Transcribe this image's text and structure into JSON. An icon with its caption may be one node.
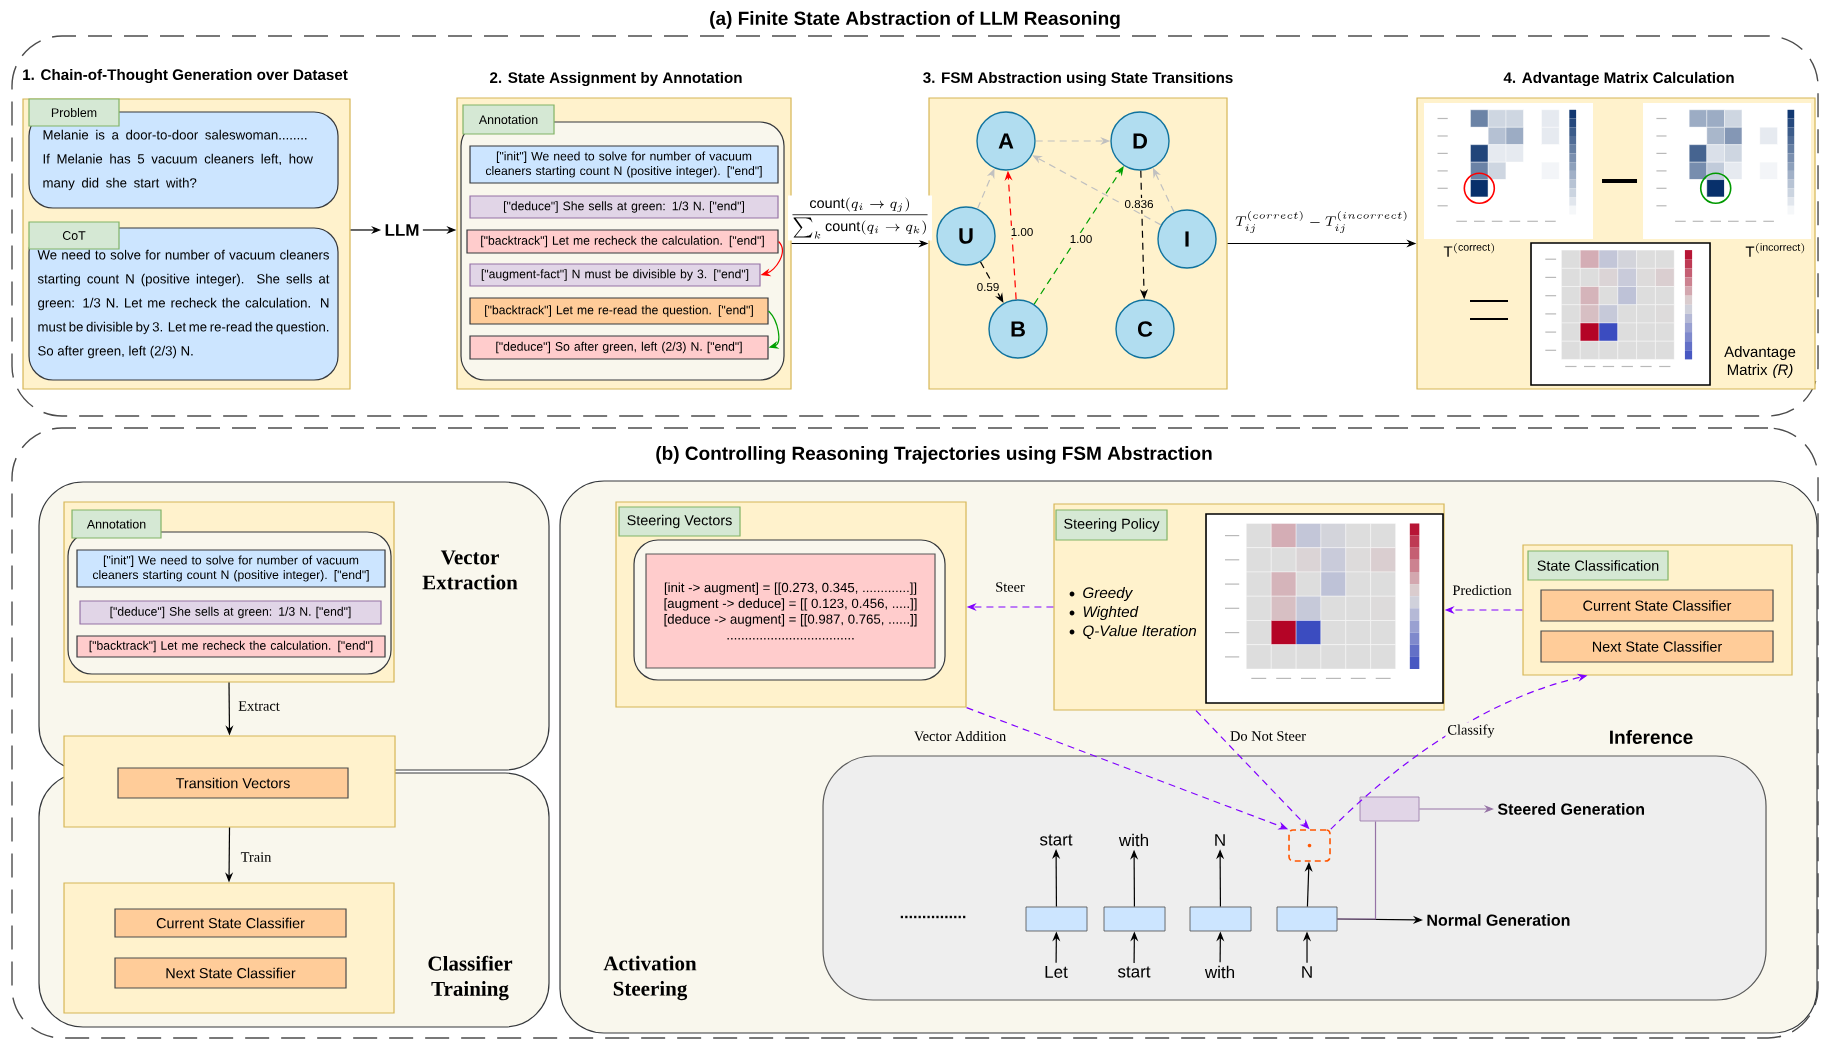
{
  "diagram": {
    "nodes": [
      {
        "text": [
          "(a) Finite State Abstraction of LLM Reasoning"
        ]
      },
      {
        "text": [
          "1. Chain-of-Thought Generation over Dataset"
        ],
        "in": 0
      },
      {
        "text": [
          "Problem",
          "Melanie is a door-to-door saleswoman........ If Melanie has 5 vacuum cleaners left, how many did she start with?"
        ],
        "in": 1
      },
      {
        "text": [
          "CoT",
          "We need to solve for number of vacuum cleaners starting count N (positive integer). She sells at green: 1/3 N. Let me recheck the calculation. N must be divisible by 3. Let me re-read the question. So after green, left (2/3) N."
        ],
        "in": 1
      },
      {
        "text": [
          "LLM"
        ],
        "in": 0
      },
      {
        "text": [
          "2. State Assignment by Annotation"
        ],
        "in": 0
      },
      {
        "text": [
          "Annotation"
        ],
        "in": 5
      },
      {
        "text": [
          "[\"init\"] We need to solve for number of vacuum cleaners starting count N (positive integer). [\"end\"]"
        ],
        "in": 6
      },
      {
        "text": [
          "[\"deduce\"] She sells at green: 1/3 N. [\"end\"]"
        ],
        "in": 6
      },
      {
        "text": [
          "[\"backtrack\"] Let me recheck the calculation. [\"end\"]"
        ],
        "in": 6
      },
      {
        "text": [
          "[\"augment-fact\"] N must be divisible by 3. [\"end\"]"
        ],
        "in": 6
      },
      {
        "text": [
          "[\"backtrack\"] Let me re-read the question. [\"end\"]"
        ],
        "in": 6
      },
      {
        "text": [
          "[\"deduce\"] So after green, left (2/3) N. [\"end\"]"
        ],
        "in": 6
      },
      {
        "text": [
          "3. FSM Abstraction using State Transitions"
        ],
        "in": 0
      },
      {
        "text": [
          "A"
        ],
        "in": 13
      },
      {
        "text": [
          "D"
        ],
        "in": 13
      },
      {
        "text": [
          "U"
        ],
        "in": 13
      },
      {
        "text": [
          "I"
        ],
        "in": 13
      },
      {
        "text": [
          "B"
        ],
        "in": 13
      },
      {
        "text": [
          "C"
        ],
        "in": 13
      },
      {
        "text": [
          "4. Advantage Matrix Calculation"
        ],
        "in": 0
      },
      {
        "text": [
          "(b) Controlling Reasoning Trajectories using FSM Abstraction"
        ]
      },
      {
        "text": [
          "Vector Extraction"
        ],
        "in": 21
      },
      {
        "text": [],
        "shape": "box",
        "in": 22
      },
      {
        "text": [
          "Annotation"
        ],
        "in": 23
      },
      {
        "text": [
          "[\"init\"] We need to solve for number of vacuum cleaners starting count N (positive integer). [\"end\"]"
        ],
        "in": 24
      },
      {
        "text": [
          "[\"deduce\"] She sells at green: 1/3 N. [\"end\"]"
        ],
        "in": 24
      },
      {
        "text": [
          "[\"backtrack\"] Let me recheck the calculation. [\"end\"]"
        ],
        "in": 24
      },
      {
        "text": [
          "Classifier Training"
        ],
        "in": 21
      },
      {
        "text": [],
        "shape": "box",
        "in": 21
      },
      {
        "text": [
          "Transition Vectors"
        ],
        "in": 29
      },
      {
        "text": [],
        "shape": "box",
        "in": 28
      },
      {
        "text": [
          "Current State Classifier"
        ],
        "in": 31
      },
      {
        "text": [
          "Next State Classifier"
        ],
        "in": 31
      },
      {
        "text": [
          "Activation Steering"
        ],
        "in": 21
      },
      {
        "text": [
          "Steering Vectors"
        ],
        "in": 34
      },
      {
        "text": [
          "[init -> augment] = [[0.273, 0.345, .............]]",
          "[augment -> deduce] = [[ 0.123, 0.456, .....]]",
          "[deduce -> augment] = [[0.987, 0.765, ......]]",
          "..................................."
        ],
        "in": 35
      },
      {
        "text": [
          "Steering Policy",
          "Greedy",
          "Wighted",
          "Q-Value Iteration"
        ],
        "in": 34
      },
      {
        "text": [
          "State Classification"
        ],
        "in": 34
      },
      {
        "text": [
          "Current State Classifier"
        ],
        "in": 38
      },
      {
        "text": [
          "Next State Classifier"
        ],
        "in": 38
      },
      {
        "text": [
          "Inference"
        ],
        "in": 34
      },
      {
        "text": [
          "Let"
        ],
        "in": 41
      },
      {
        "text": [
          "start"
        ],
        "in": 41
      },
      {
        "text": [
          "with"
        ],
        "in": 41
      },
      {
        "text": [
          "N"
        ],
        "in": 41
      },
      {
        "text": [],
        "shape": "box",
        "in": 41
      },
      {
        "text": [],
        "shape": "box",
        "in": 41
      },
      {
        "text": [],
        "shape": "box",
        "in": 41
      },
      {
        "text": [],
        "shape": "box",
        "in": 41
      },
      {
        "text": [
          "start"
        ],
        "in": 41
      },
      {
        "text": [
          "with"
        ],
        "in": 41
      },
      {
        "text": [
          "N"
        ],
        "in": 41
      },
      {
        "text": [],
        "shape": "box",
        "in": 41
      },
      {
        "text": [],
        "shape": "box",
        "in": 41
      },
      {
        "text": [
          "Steered Generation"
        ],
        "in": 41
      },
      {
        "text": [
          "Normal Generation"
        ],
        "in": 41
      }
    ],
    "edges": [
      {
        "from": 1,
        "to": 4,
        "arrow": "to"
      },
      {
        "from": 4,
        "to": 5,
        "arrow": "to"
      },
      {
        "from": 9,
        "to": 10,
        "arrow": "to",
        "color": "#ff0000"
      },
      {
        "from": 11,
        "to": 12,
        "arrow": "to",
        "color": "#00a000"
      },
      {
        "from": 5,
        "to": 13,
        "arrow": "to",
        "label": "\\frac{\\mathrm{count}(q_i \\to q_j)}{\\sum_k \\mathrm{count}(q_i \\to q_k)}"
      },
      {
        "from": 16,
        "to": 14,
        "arrow": "to",
        "style": "dashed",
        "color": "#c0c0c0"
      },
      {
        "from": 14,
        "to": 15,
        "arrow": "to",
        "style": "dashed",
        "color": "#c0c0c0"
      },
      {
        "from": 17,
        "to": 14,
        "arrow": "to",
        "style": "dashed",
        "color": "#c0c0c0"
      },
      {
        "from": 17,
        "to": 15,
        "arrow": "to",
        "style": "dashed",
        "color": "#c0c0c0"
      },
      {
        "from": 16,
        "to": 18,
        "arrow": "to",
        "style": "dashed",
        "label": "0.59"
      },
      {
        "from": 18,
        "to": 14,
        "arrow": "to",
        "style": "dashed",
        "color": "#ff0000",
        "label": "1.00"
      },
      {
        "from": 18,
        "to": 15,
        "arrow": "to",
        "style": "dashed",
        "color": "#00a000",
        "label": "1.00"
      },
      {
        "from": 15,
        "to": 19,
        "arrow": "to",
        "style": "dashed",
        "label": "0.836"
      },
      {
        "from": 13,
        "to": 20,
        "arrow": "to",
        "label": "T_{ij}^{(correct)} - T_{ij}^{(incorrect)}"
      },
      {
        "from": 23,
        "to": 29,
        "arrow": "to",
        "label": "Extract"
      },
      {
        "from": 29,
        "to": 31,
        "arrow": "to",
        "label": "Train"
      },
      {
        "from": 37,
        "to": 35,
        "arrow": "to",
        "style": "dashed",
        "color": "#8000ff",
        "label": "Steer"
      },
      {
        "from": 38,
        "to": 37,
        "arrow": "to",
        "style": "dashed",
        "color": "#8000ff",
        "label": "Prediction"
      },
      {
        "from": 35,
        "to": 53,
        "arrow": "to",
        "style": "dashed",
        "color": "#8000ff",
        "label": "Vector Addition"
      },
      {
        "from": 37,
        "to": 53,
        "arrow": "to",
        "style": "dashed",
        "color": "#8000ff",
        "label": "Do Not Steer"
      },
      {
        "from": 53,
        "to": 38,
        "arrow": "to",
        "style": "dashed",
        "color": "#8000ff",
        "label": "Classify"
      },
      {
        "from": 42,
        "to": 46,
        "arrow": "to"
      },
      {
        "from": 43,
        "to": 47,
        "arrow": "to"
      },
      {
        "from": 44,
        "to": 48,
        "arrow": "to"
      },
      {
        "from": 45,
        "to": 49,
        "arrow": "to"
      },
      {
        "from": 46,
        "to": 50,
        "arrow": "to"
      },
      {
        "from": 47,
        "to": 51,
        "arrow": "to"
      },
      {
        "from": 48,
        "to": 52,
        "arrow": "to"
      },
      {
        "from": 49,
        "to": 53,
        "arrow": "to"
      },
      {
        "from": 49,
        "to": 56,
        "arrow": "to"
      },
      {
        "from": 49,
        "to": 54,
        "arrow": "none",
        "color": "#9673a6"
      },
      {
        "from": 54,
        "to": 55,
        "arrow": "to",
        "color": "#9673a6"
      }
    ],
    "labels": [
      "\\mathrm{T}^{(\\mathrm{correct})}",
      "\\mathrm{T}^{(\\mathrm{incorrect})}",
      "Advantage Matrix *(R)*",
      "..............."
    ]
  }
}
